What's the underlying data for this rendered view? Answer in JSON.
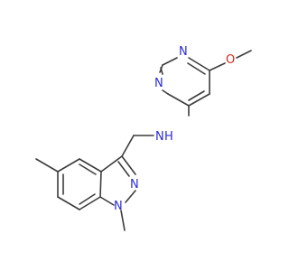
{
  "molecule": {
    "atoms": {
      "n_pyr_top": "N",
      "n_pyr_left": "N",
      "o_methoxy": "O",
      "n_amine": "N",
      "h_amine": "H",
      "n_indazole_2": "N",
      "n_indazole_1": "N"
    },
    "colors": {
      "bond": "#3c3c3c",
      "nitrogen": "#2b2bd9",
      "oxygen": "#d42a1c"
    }
  }
}
